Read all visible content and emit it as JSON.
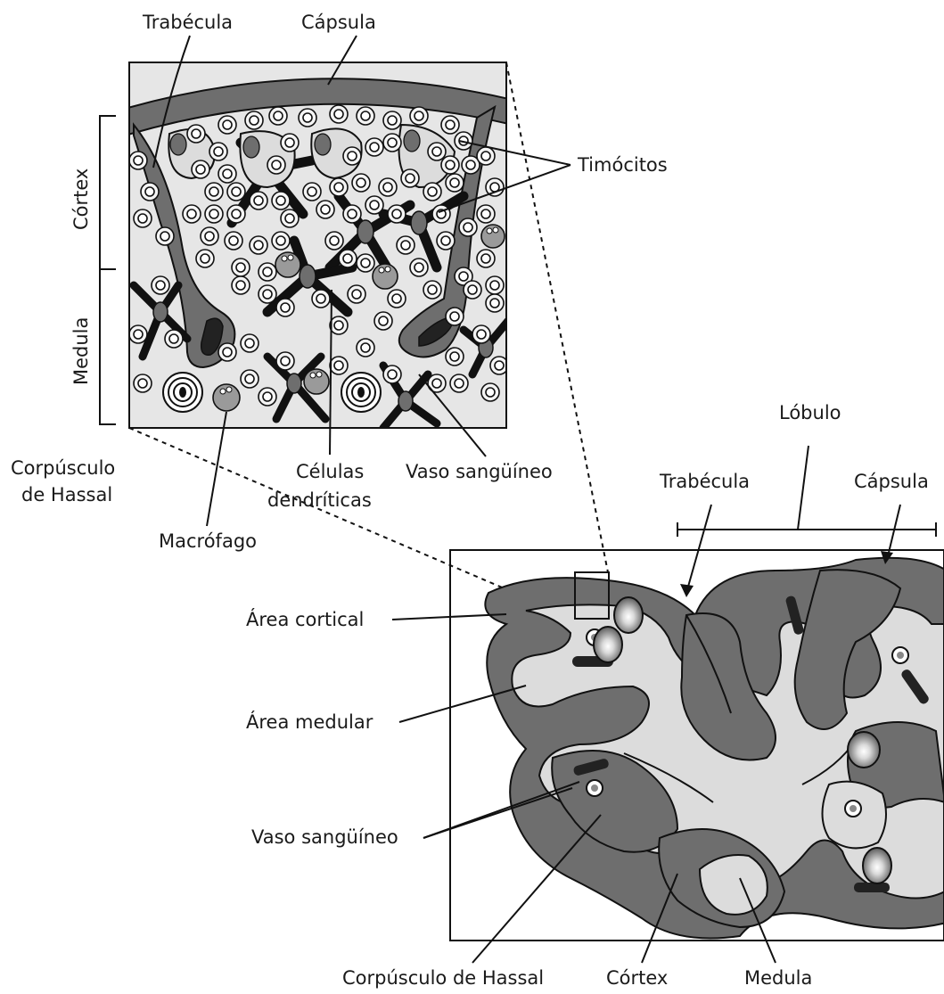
{
  "inset": {
    "labels": {
      "trabecula": "Trabécula",
      "capsula": "Cápsula",
      "timocitos": "Timócitos",
      "cortex": "Córtex",
      "medula": "Medula",
      "corpusculo_l1": "Corpúsculo",
      "corpusculo_l2": "de Hassal",
      "macrofago": "Macrófago",
      "celulas_l1": "Células",
      "celulas_l2": "dendríticas",
      "vaso": "Vaso sangüíneo"
    }
  },
  "overview": {
    "labels": {
      "lobulo": "Lóbulo",
      "trabecula": "Trabécula",
      "capsula": "Cápsula",
      "area_cortical": "Área cortical",
      "area_medular": "Área medular",
      "vaso": "Vaso sangüíneo",
      "corpusculo": "Corpúsculo de Hassal",
      "cortex": "Córtex",
      "medula": "Medula"
    }
  }
}
